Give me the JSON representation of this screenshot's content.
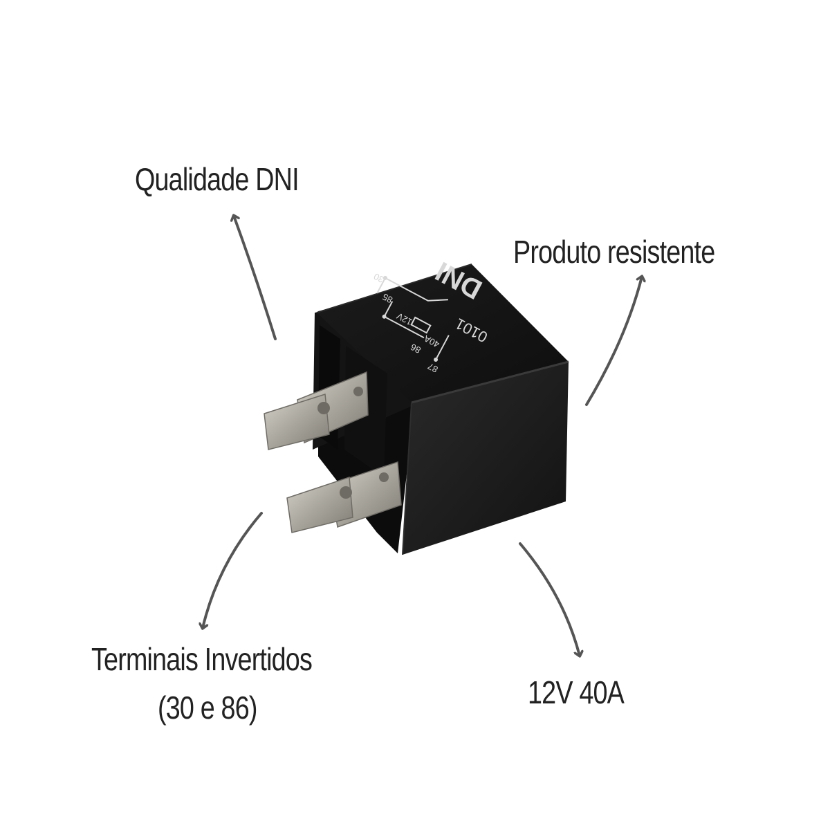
{
  "callouts": {
    "quality": "Qualidade DNI",
    "resistant": "Produto resistente",
    "terminals_line1": "Terminais Invertidos",
    "terminals_line2": "(30 e 86)",
    "rating": "12V 40A"
  },
  "relay": {
    "brand": "DNI",
    "model": "0101",
    "voltage": "12V",
    "current": "40A",
    "pins": [
      "30",
      "85",
      "86",
      "87"
    ]
  },
  "colors": {
    "background": "#ffffff",
    "text": "#222222",
    "arrow": "#555555",
    "relay_body": "#1a1a1a",
    "relay_marking": "#d8d8d8",
    "terminal": "#b9b6ad"
  }
}
